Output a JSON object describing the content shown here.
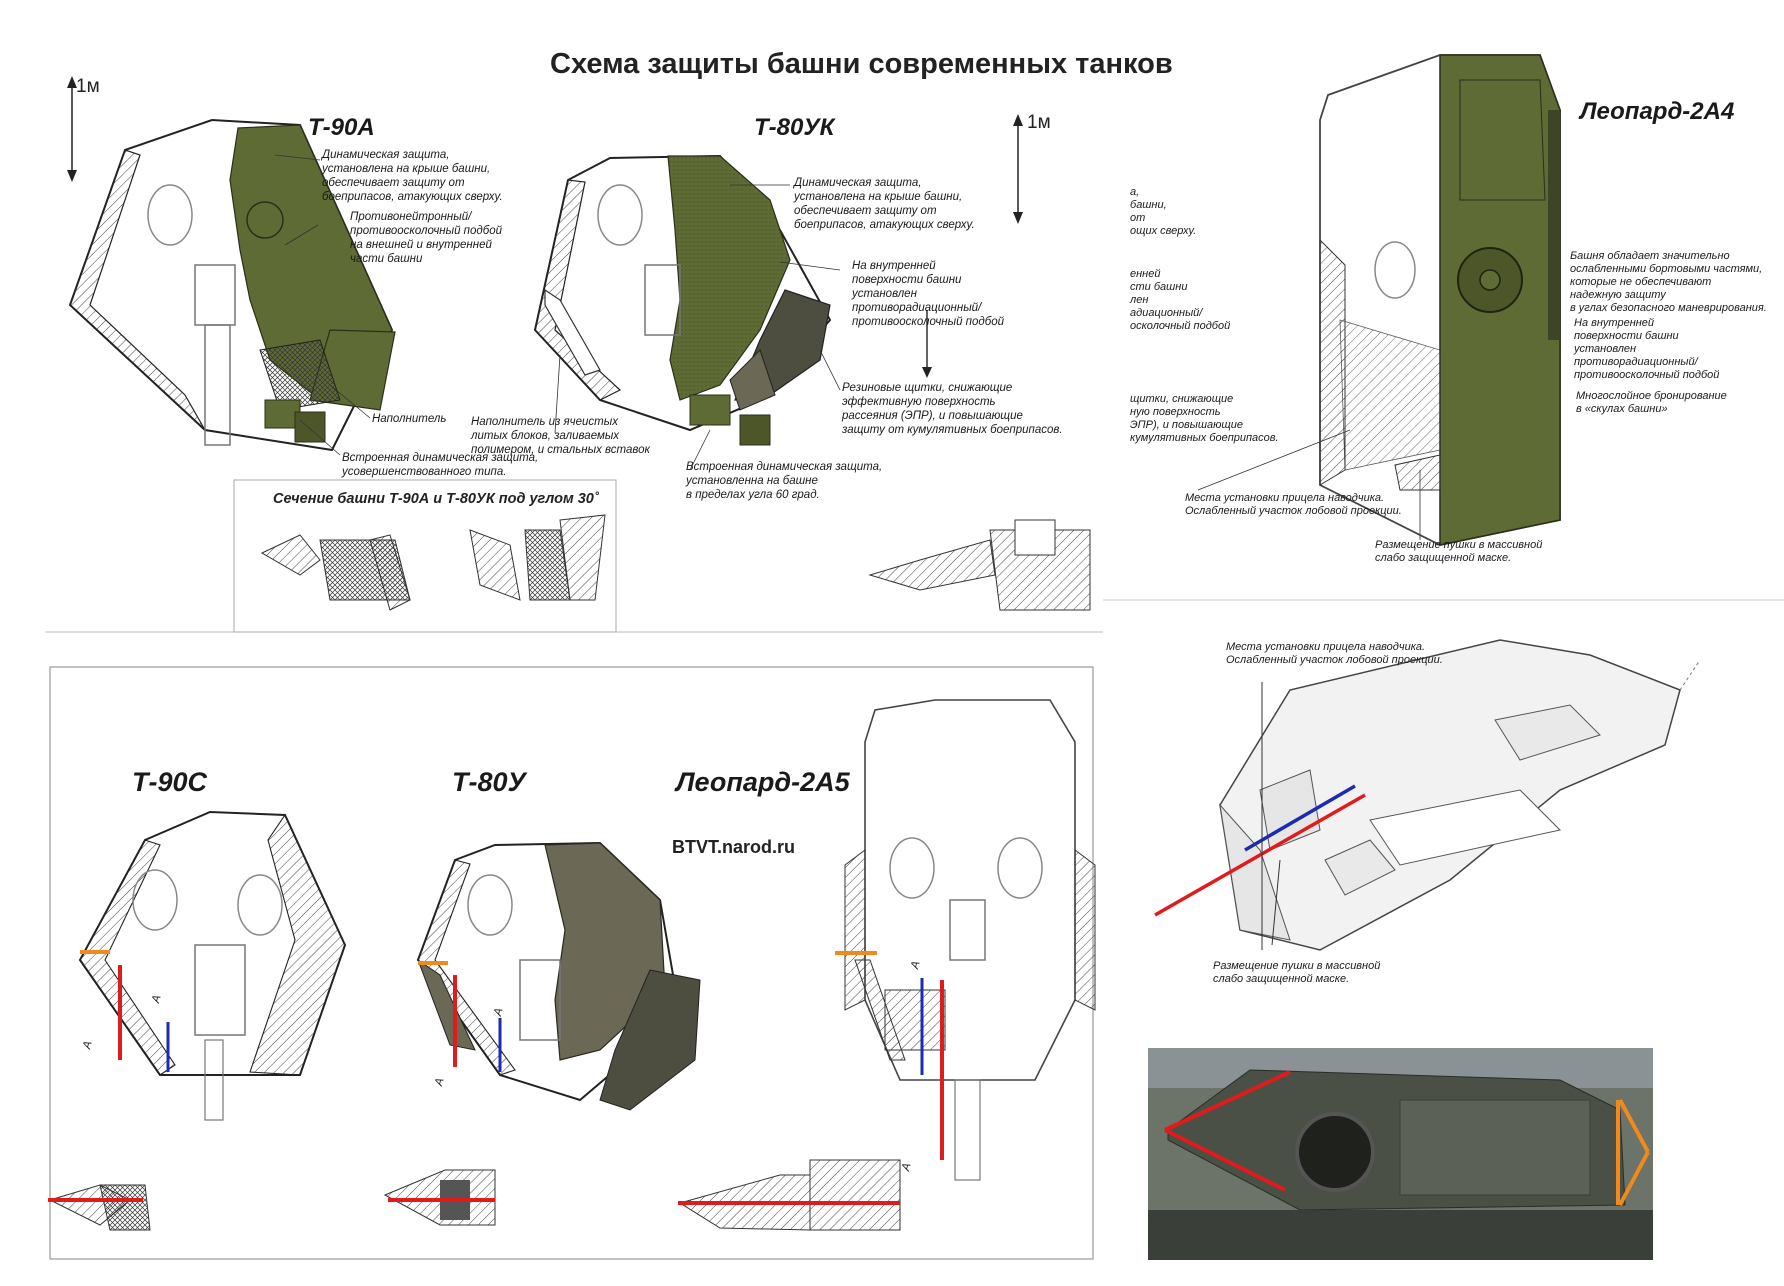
{
  "title": "Схема защиты башни современных танков",
  "scale_label": "1м",
  "watermark": "BTVT.narod.ru",
  "section_title": "Сечение башни Т-90А и Т-80УК под углом 30˚",
  "tanks": {
    "t90a": "Т-90А",
    "t80uk": "Т-80УК",
    "leo2a4": "Леопард-2А4",
    "t90s": "Т-90С",
    "t80u": "Т-80У",
    "leo2a5": "Леопард-2А5"
  },
  "notes_t90a": {
    "roof_era": "Динамическая защита,\nустановлена на крыше башни,\nобеспечивает защиту от\nбоеприпасов, атакующих сверху.",
    "liner": "Противонейтронный/\nпротивоосколочный подбой\nна внешней и внутренней\nчасти башни",
    "filler": "Наполнитель",
    "builtin_era": "Встроенная динамическая защита,\nусовершенствованного типа."
  },
  "notes_t80uk": {
    "roof_era": "Динамическая защита,\nустановлена на крыше башни,\nобеспечивает защиту от\nбоеприпасов, атакующих сверху.",
    "inner_liner": "На внутренней\nповерхности башни\nустановлен\nпротиворадиационный/\nпротивоосколочный подбой",
    "cell_filler": "Наполнитель из ячеистых\nлитых блоков, заливаемых\nполимером, и стальных вставок",
    "rubber_screens": "Резиновые щитки, снижающие\nэффективную поверхность\nрассеяния (ЭПР), и повышающие\nзащиту от кумулятивных боеприпасов.",
    "builtin_era": "Встроенная динамическая защита,\nустановленна на башне\nв пределах угла 60 град."
  },
  "notes_leo2a4": {
    "partial_left": "а,\nбашни,\nот\nощих сверху.",
    "partial_left2": "енней\nсти башни\nлен\nадиационный/\nосколочный подбой",
    "partial_left3": "щитки, снижающие\nную поверхность\nЭПР), и повышающие\nкумулятивных боеприпасов.",
    "weak_sides": "Башня обладает значительно\nослабленными бортовыми частями,\nкоторые не обеспечивают\nнадежную защиту\nв углах безопасного маневрирования.",
    "inner_liner": "На внутренней\nповерхности башни\nустановлен\nпротиворадиационный/\nпротивоосколочный подбой",
    "multilayer": "Многослойное бронирование\nв «скулах башни»",
    "sight": "Места установки прицела наводчика.\nОслабленный участок лобовой проекции.",
    "gun": "Размещение пушки в массивной\nслабо защищенной маске."
  },
  "notes_iso": {
    "sight": "Места установки прицела наводчика.\nОслабленный участок лобовой проекции.",
    "gun": "Размещение пушки в массивной\nслабо защищенной маске."
  },
  "markers": {
    "a": "А"
  },
  "colors": {
    "armor_green": "#5f6b35",
    "armor_dark": "#3e4526",
    "grey_armor": "#6b6855",
    "red_line": "#e01b1b",
    "blue_line": "#1c2bb0",
    "orange_line": "#f08a1c",
    "photo_bg": "#6c7368"
  }
}
